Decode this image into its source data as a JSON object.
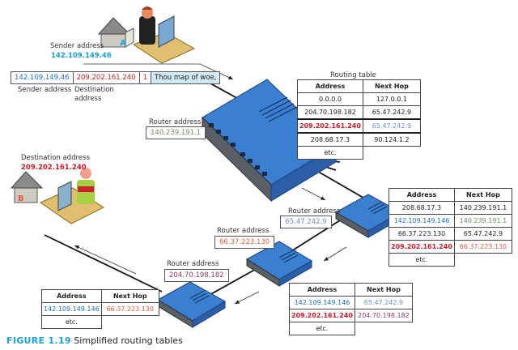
{
  "colors": {
    "sender_blue": "#1a6fb5",
    "sender_light_blue": "#1aa0dd",
    "destination_red": "#d0182a",
    "hop_blue": "#6a8fc4",
    "hop_green": "#6f9060",
    "hop_salmon": "#e85a40",
    "hop_purple": "#8a3a6a",
    "router_blue": "#2f6fc2",
    "packet_text_bg": "#cfe9f5"
  },
  "sender": {
    "label": "Sender address",
    "address": "142.109.149.46",
    "house_letter": "A"
  },
  "destination": {
    "label": "Destination address",
    "address": "209.202.161.240",
    "house_letter": "B"
  },
  "packet": {
    "sender": "142.109.149.46",
    "destination": "209.202.161.240",
    "sequence": "1",
    "payload": "Thou map of woe,",
    "sender_label": "Sender address",
    "destination_label_line1": "Destination",
    "destination_label_line2": "address"
  },
  "routers": [
    {
      "label": "Router address",
      "address": "140.239.191.1",
      "table_title": "Routing table",
      "table": {
        "headers": [
          "Address",
          "Next Hop"
        ],
        "rows": [
          [
            "0.0.0.0",
            "127.0.0.1"
          ],
          [
            "204.70.198.182",
            "65.47.242.9"
          ],
          [
            "209.202.161.240",
            "65.47.242.9"
          ],
          [
            "208.68.17.3",
            "90.124.1.2"
          ],
          [
            "etc.",
            ""
          ]
        ]
      }
    },
    {
      "label": "Router address",
      "address": "65.47.242.9",
      "table": {
        "headers": [
          "Address",
          "Next Hop"
        ],
        "rows": [
          [
            "208.68.17.3",
            "140.239.191.1"
          ],
          [
            "142.109.149.146",
            "140.239.191.1"
          ],
          [
            "66.37.223.130",
            "65.47.242.9"
          ],
          [
            "209.202.161.240",
            "66.37.223.130"
          ],
          [
            "etc.",
            ""
          ]
        ]
      }
    },
    {
      "label": "Router address",
      "address": "66.37.223.130",
      "table": {
        "headers": [
          "Address",
          "Next Hop"
        ],
        "rows": [
          [
            "142.109.149.146",
            "65.47.242.9"
          ],
          [
            "209.202.161.240",
            "204.70.198.182"
          ],
          [
            "etc.",
            ""
          ]
        ]
      }
    },
    {
      "label": "Router address",
      "address": "204.70.198.182",
      "table": {
        "headers": [
          "Address",
          "Next Hop"
        ],
        "rows": [
          [
            "142.109.149.146",
            "66.37.223.130"
          ],
          [
            "etc.",
            ""
          ]
        ]
      }
    }
  ],
  "caption": {
    "figure": "FIGURE 1.19",
    "text": "Simplified routing tables"
  }
}
